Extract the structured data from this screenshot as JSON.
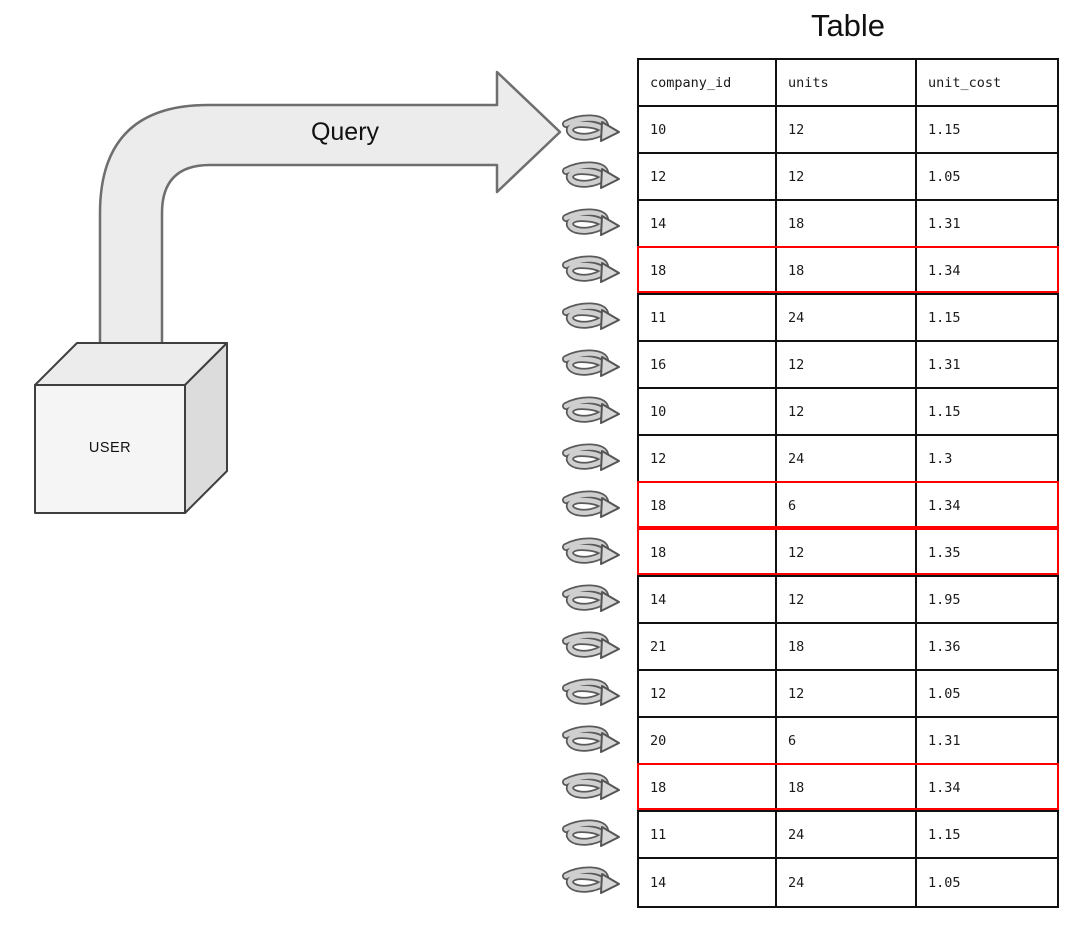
{
  "diagram": {
    "query_label": "Query",
    "user_label": "USER",
    "spiral_count": 17
  },
  "table": {
    "title": "Table",
    "columns": [
      "company_id",
      "units",
      "unit_cost"
    ],
    "rows": [
      [
        "10",
        "12",
        "1.15"
      ],
      [
        "12",
        "12",
        "1.05"
      ],
      [
        "14",
        "18",
        "1.31"
      ],
      [
        "18",
        "18",
        "1.34"
      ],
      [
        "11",
        "24",
        "1.15"
      ],
      [
        "16",
        "12",
        "1.31"
      ],
      [
        "10",
        "12",
        "1.15"
      ],
      [
        "12",
        "24",
        "1.3"
      ],
      [
        "18",
        "6",
        "1.34"
      ],
      [
        "18",
        "12",
        "1.35"
      ],
      [
        "14",
        "12",
        "1.95"
      ],
      [
        "21",
        "18",
        "1.36"
      ],
      [
        "12",
        "12",
        "1.05"
      ],
      [
        "20",
        "6",
        "1.31"
      ],
      [
        "18",
        "18",
        "1.34"
      ],
      [
        "11",
        "24",
        "1.15"
      ],
      [
        "14",
        "24",
        "1.05"
      ]
    ],
    "highlighted_rows": [
      3,
      8,
      9,
      14
    ],
    "highlight_color": "#ff0000"
  }
}
